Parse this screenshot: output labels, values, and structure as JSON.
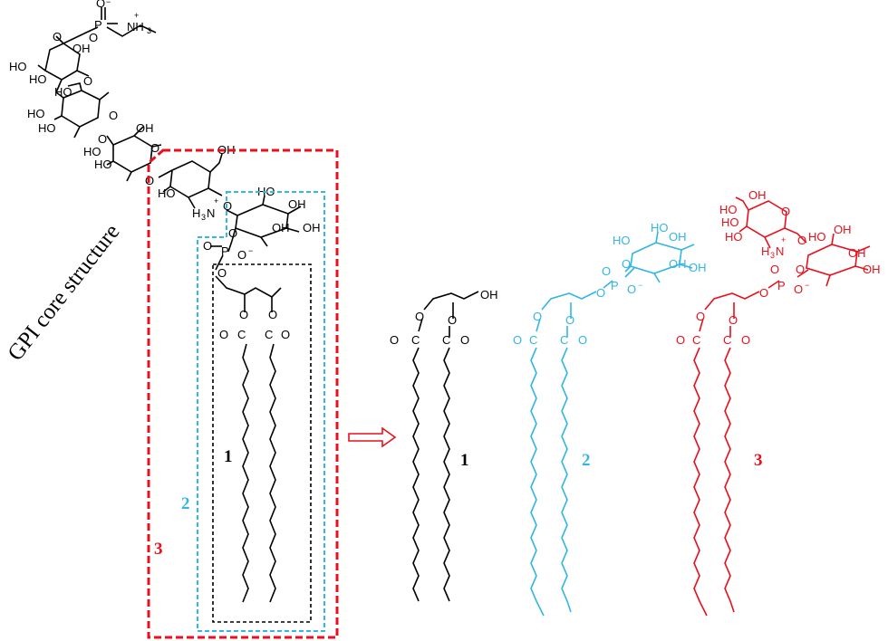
{
  "title": "GPI core structure",
  "labels": {
    "one": "1",
    "two": "2",
    "three": "3"
  },
  "atoms": {
    "O": "O",
    "OH": "OH",
    "HO": "HO",
    "P": "P",
    "N": "N",
    "NH3": "NH",
    "sub3": "3",
    "H3N": "H",
    "plus": "+",
    "minus": "−",
    "CO": "C",
    "eq": "="
  },
  "colors": {
    "black": "#000000",
    "cyan": "#33b5e5",
    "red": "#e8101c",
    "box_black": "#000000",
    "box_cyan": "#33b5e5",
    "box_red": "#e8101c"
  },
  "icons": {
    "arrow": "right-arrow-icon"
  }
}
